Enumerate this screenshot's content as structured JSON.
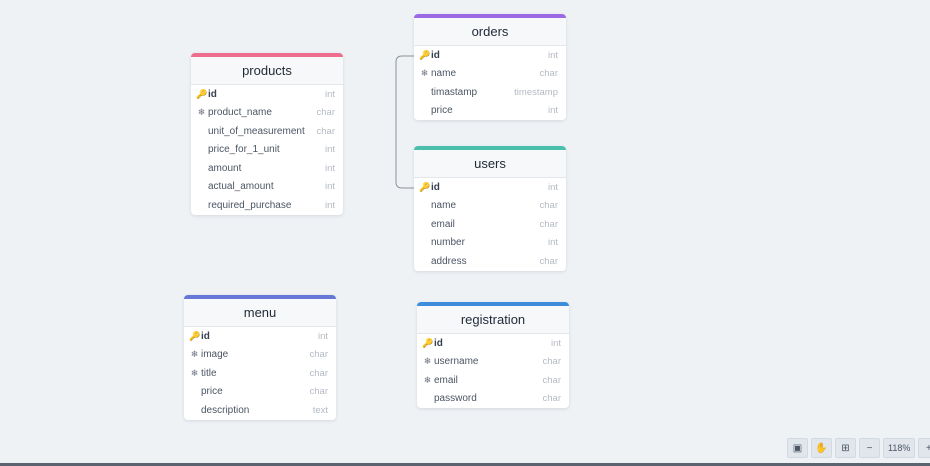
{
  "colors": {
    "products": "#ee6e8e",
    "orders": "#9d68e4",
    "users": "#4bbfae",
    "menu": "#6777d8",
    "registration": "#3d8ddc"
  },
  "icons": {
    "primary_key": "key-icon",
    "unique": "snowflake-icon"
  },
  "tables": {
    "products": {
      "name": "products",
      "fields": [
        {
          "name": "id",
          "type": "int",
          "icon": "🔑"
        },
        {
          "name": "product_name",
          "type": "char",
          "icon": "❄"
        },
        {
          "name": "unit_of_measurement",
          "type": "char",
          "icon": ""
        },
        {
          "name": "price_for_1_unit",
          "type": "int",
          "icon": ""
        },
        {
          "name": "amount",
          "type": "int",
          "icon": ""
        },
        {
          "name": "actual_amount",
          "type": "int",
          "icon": ""
        },
        {
          "name": "required_purchase",
          "type": "int",
          "icon": ""
        }
      ]
    },
    "orders": {
      "name": "orders",
      "fields": [
        {
          "name": "id",
          "type": "int",
          "icon": "🔑"
        },
        {
          "name": "name",
          "type": "char",
          "icon": "❄"
        },
        {
          "name": "timastamp",
          "type": "timestamp",
          "icon": ""
        },
        {
          "name": "price",
          "type": "int",
          "icon": ""
        }
      ]
    },
    "users": {
      "name": "users",
      "fields": [
        {
          "name": "id",
          "type": "int",
          "icon": "🔑"
        },
        {
          "name": "name",
          "type": "char",
          "icon": ""
        },
        {
          "name": "email",
          "type": "char",
          "icon": ""
        },
        {
          "name": "number",
          "type": "int",
          "icon": ""
        },
        {
          "name": "address",
          "type": "char",
          "icon": ""
        }
      ]
    },
    "menu": {
      "name": "menu",
      "fields": [
        {
          "name": "id",
          "type": "int",
          "icon": "🔑"
        },
        {
          "name": "image",
          "type": "char",
          "icon": "❄"
        },
        {
          "name": "title",
          "type": "char",
          "icon": "❄"
        },
        {
          "name": "price",
          "type": "char",
          "icon": ""
        },
        {
          "name": "description",
          "type": "text",
          "icon": ""
        }
      ]
    },
    "registration": {
      "name": "registration",
      "fields": [
        {
          "name": "id",
          "type": "int",
          "icon": "🔑"
        },
        {
          "name": "username",
          "type": "char",
          "icon": "❄"
        },
        {
          "name": "email",
          "type": "char",
          "icon": "❄"
        },
        {
          "name": "password",
          "type": "char",
          "icon": ""
        }
      ]
    }
  },
  "toolbar": {
    "fit_icon": "▣",
    "hand_icon": "✋",
    "grid_icon": "⊞",
    "zoom_out": "−",
    "zoom_level": "118%",
    "zoom_in": "+"
  }
}
